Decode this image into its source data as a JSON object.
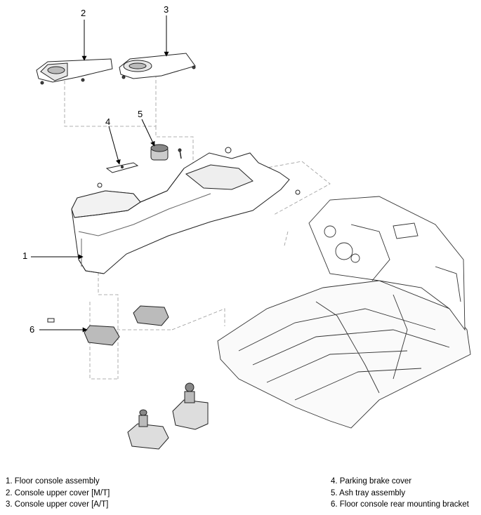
{
  "callouts": {
    "c1": "1",
    "c2": "2",
    "c3": "3",
    "c4": "4",
    "c5": "5",
    "c6": "6"
  },
  "legend": [
    "1. Floor console assembly",
    "2. Console upper cover [M/T]",
    "3. Console upper cover [A/T]",
    "4. Parking brake cover",
    "5. Ash tray assembly",
    "6. Floor console rear mounting bracket"
  ]
}
